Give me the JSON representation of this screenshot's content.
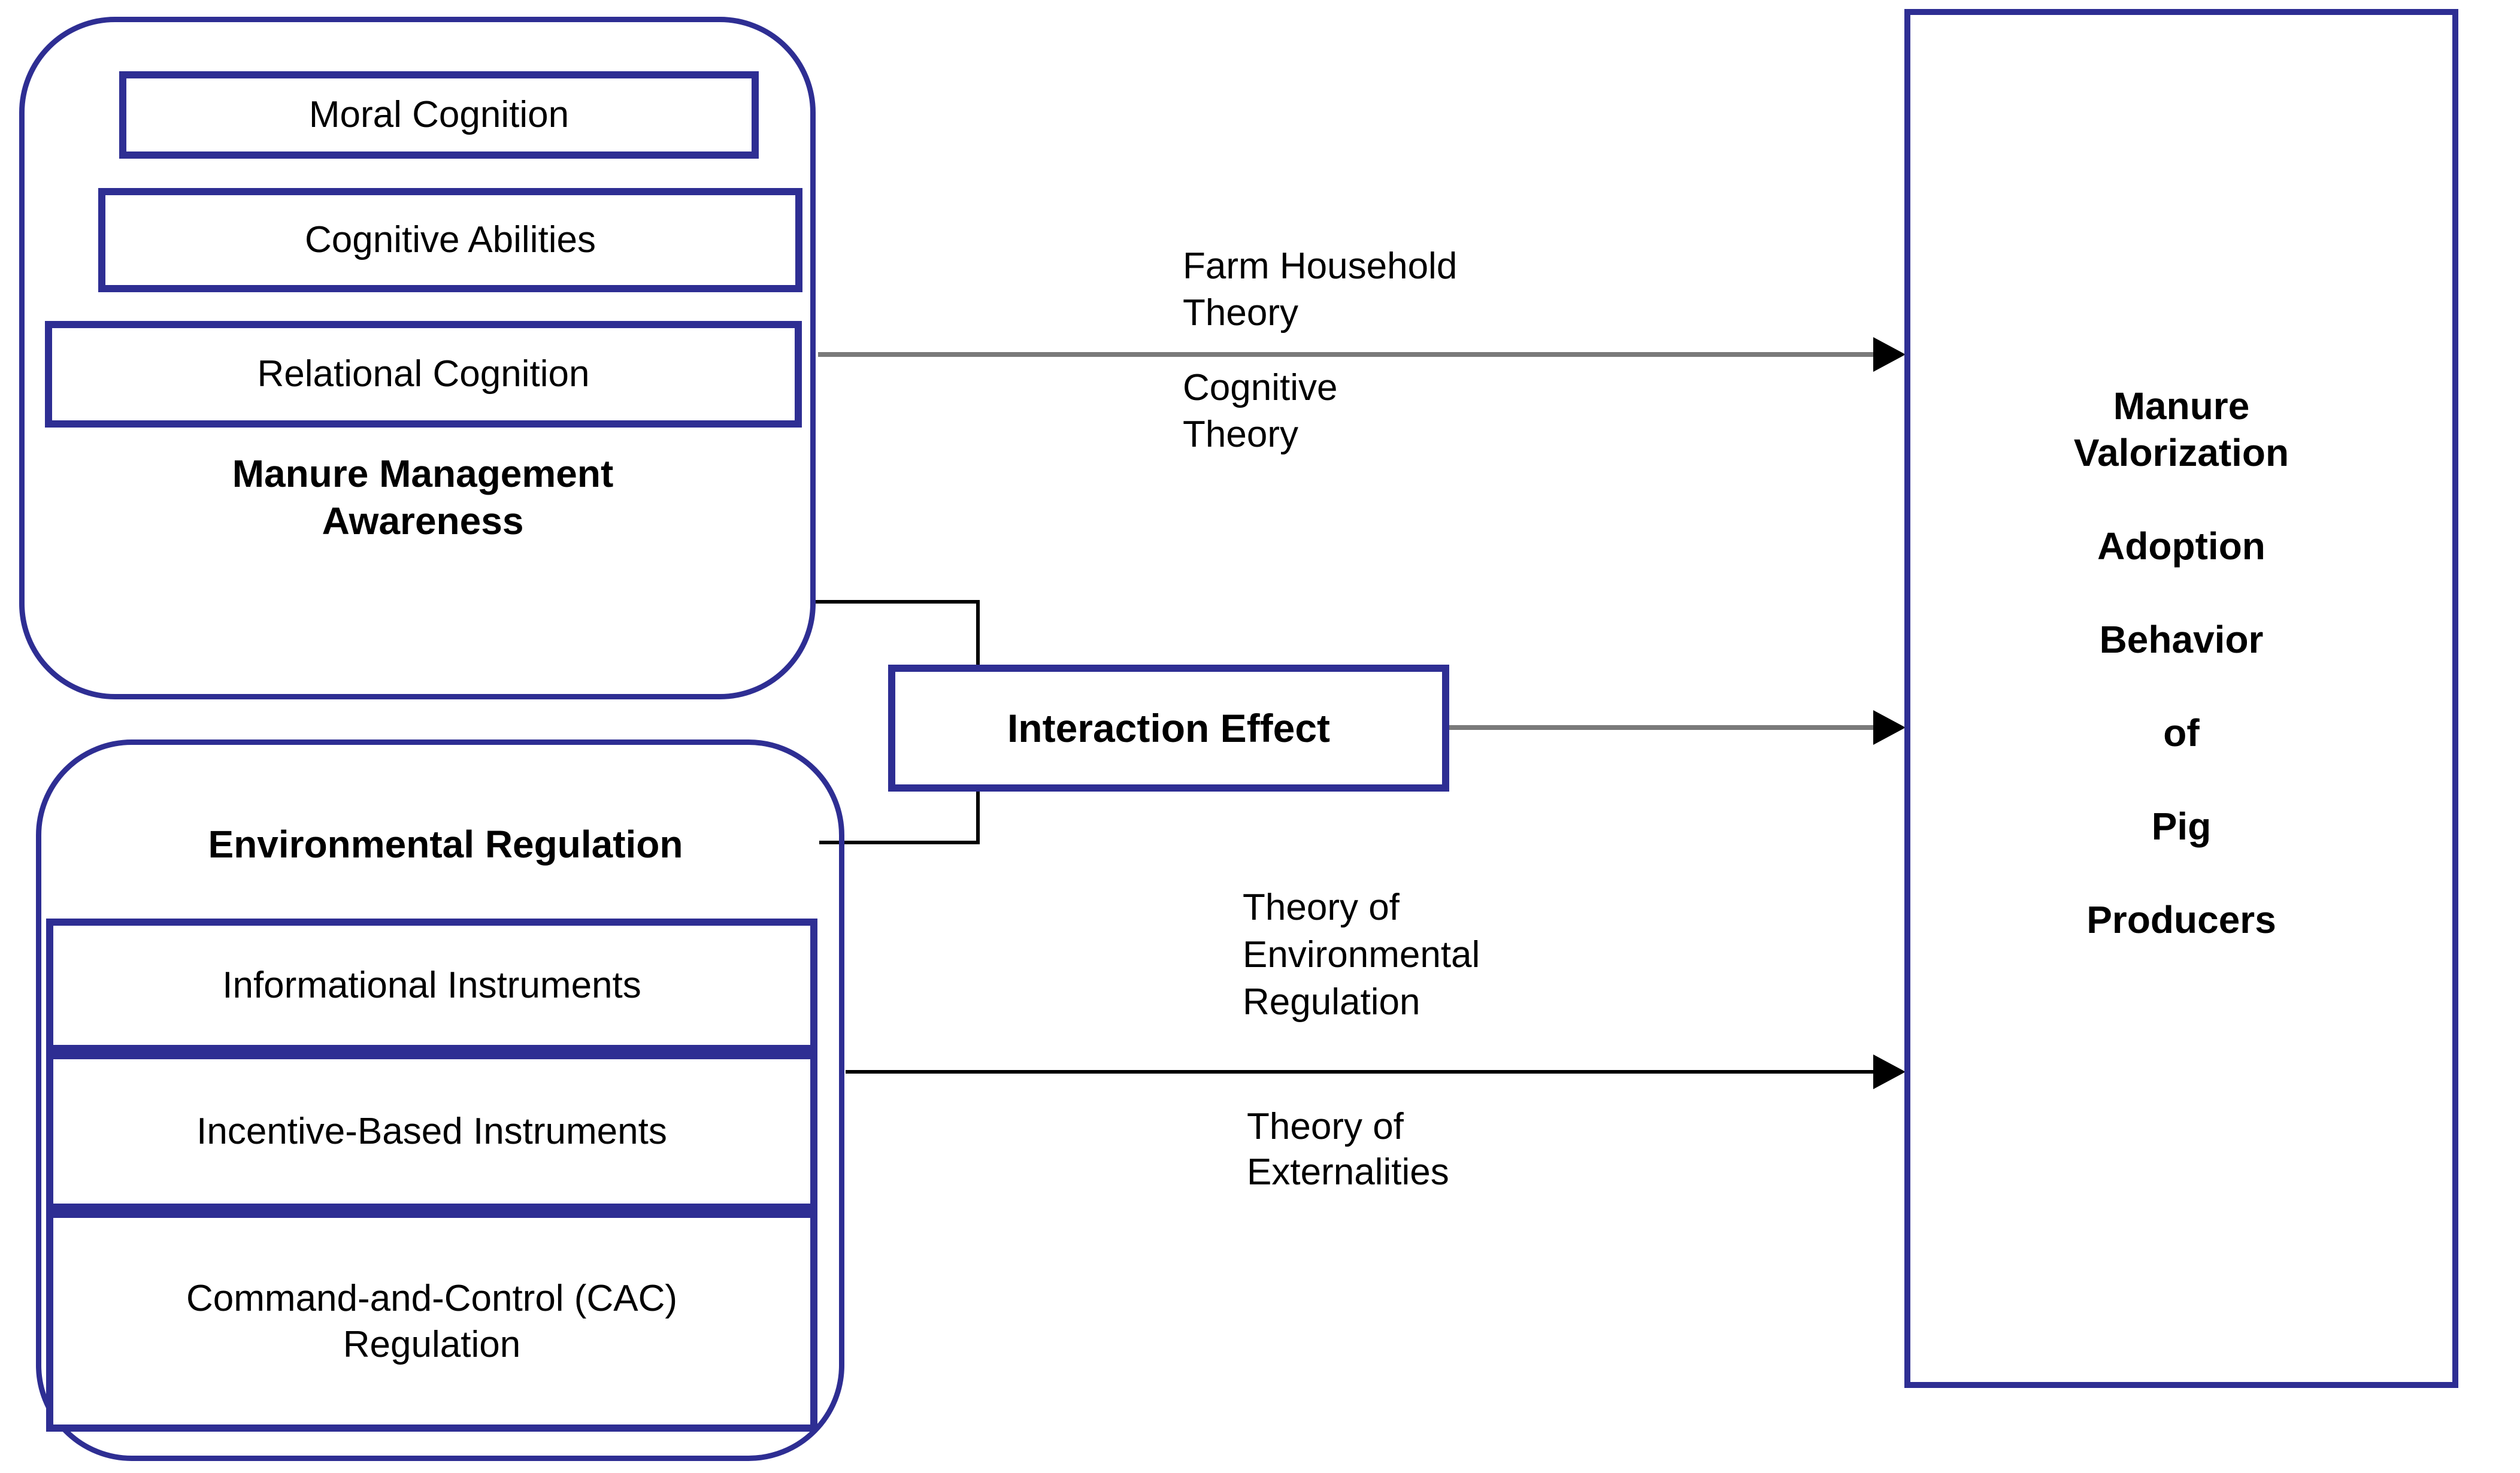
{
  "colors": {
    "navy": "#2e2e93",
    "black": "#000000",
    "gray_arrow": "#7a7a7a",
    "background": "#ffffff"
  },
  "awareness_group": {
    "items": {
      "moral": "Moral Cognition",
      "cognitive": "Cognitive Abilities",
      "relational": "Relational Cognition"
    },
    "label": {
      "line1": "Manure Management",
      "line2": "Awareness"
    }
  },
  "interaction": {
    "label": "Interaction Effect"
  },
  "regulation_group": {
    "heading": "Environmental Regulation",
    "items": {
      "informational": "Informational Instruments",
      "incentive": "Incentive-Based Instruments",
      "cac": {
        "line1": "Command-and-Control (CAC)",
        "line2": "Regulation"
      }
    }
  },
  "outcome": {
    "lines": [
      "Manure",
      "Valorization",
      "Adoption",
      "Behavior",
      "of",
      "Pig",
      "Producers"
    ]
  },
  "arrow_labels": {
    "farm_household": {
      "line1": "Farm Household",
      "line2": "Theory"
    },
    "cognitive": {
      "line1": "Cognitive",
      "line2": "Theory"
    },
    "env_regulation": {
      "line1": "Theory of",
      "line2": "Environmental",
      "line3": "Regulation"
    },
    "externalities": {
      "line1": "Theory of",
      "line2": "Externalities"
    }
  }
}
